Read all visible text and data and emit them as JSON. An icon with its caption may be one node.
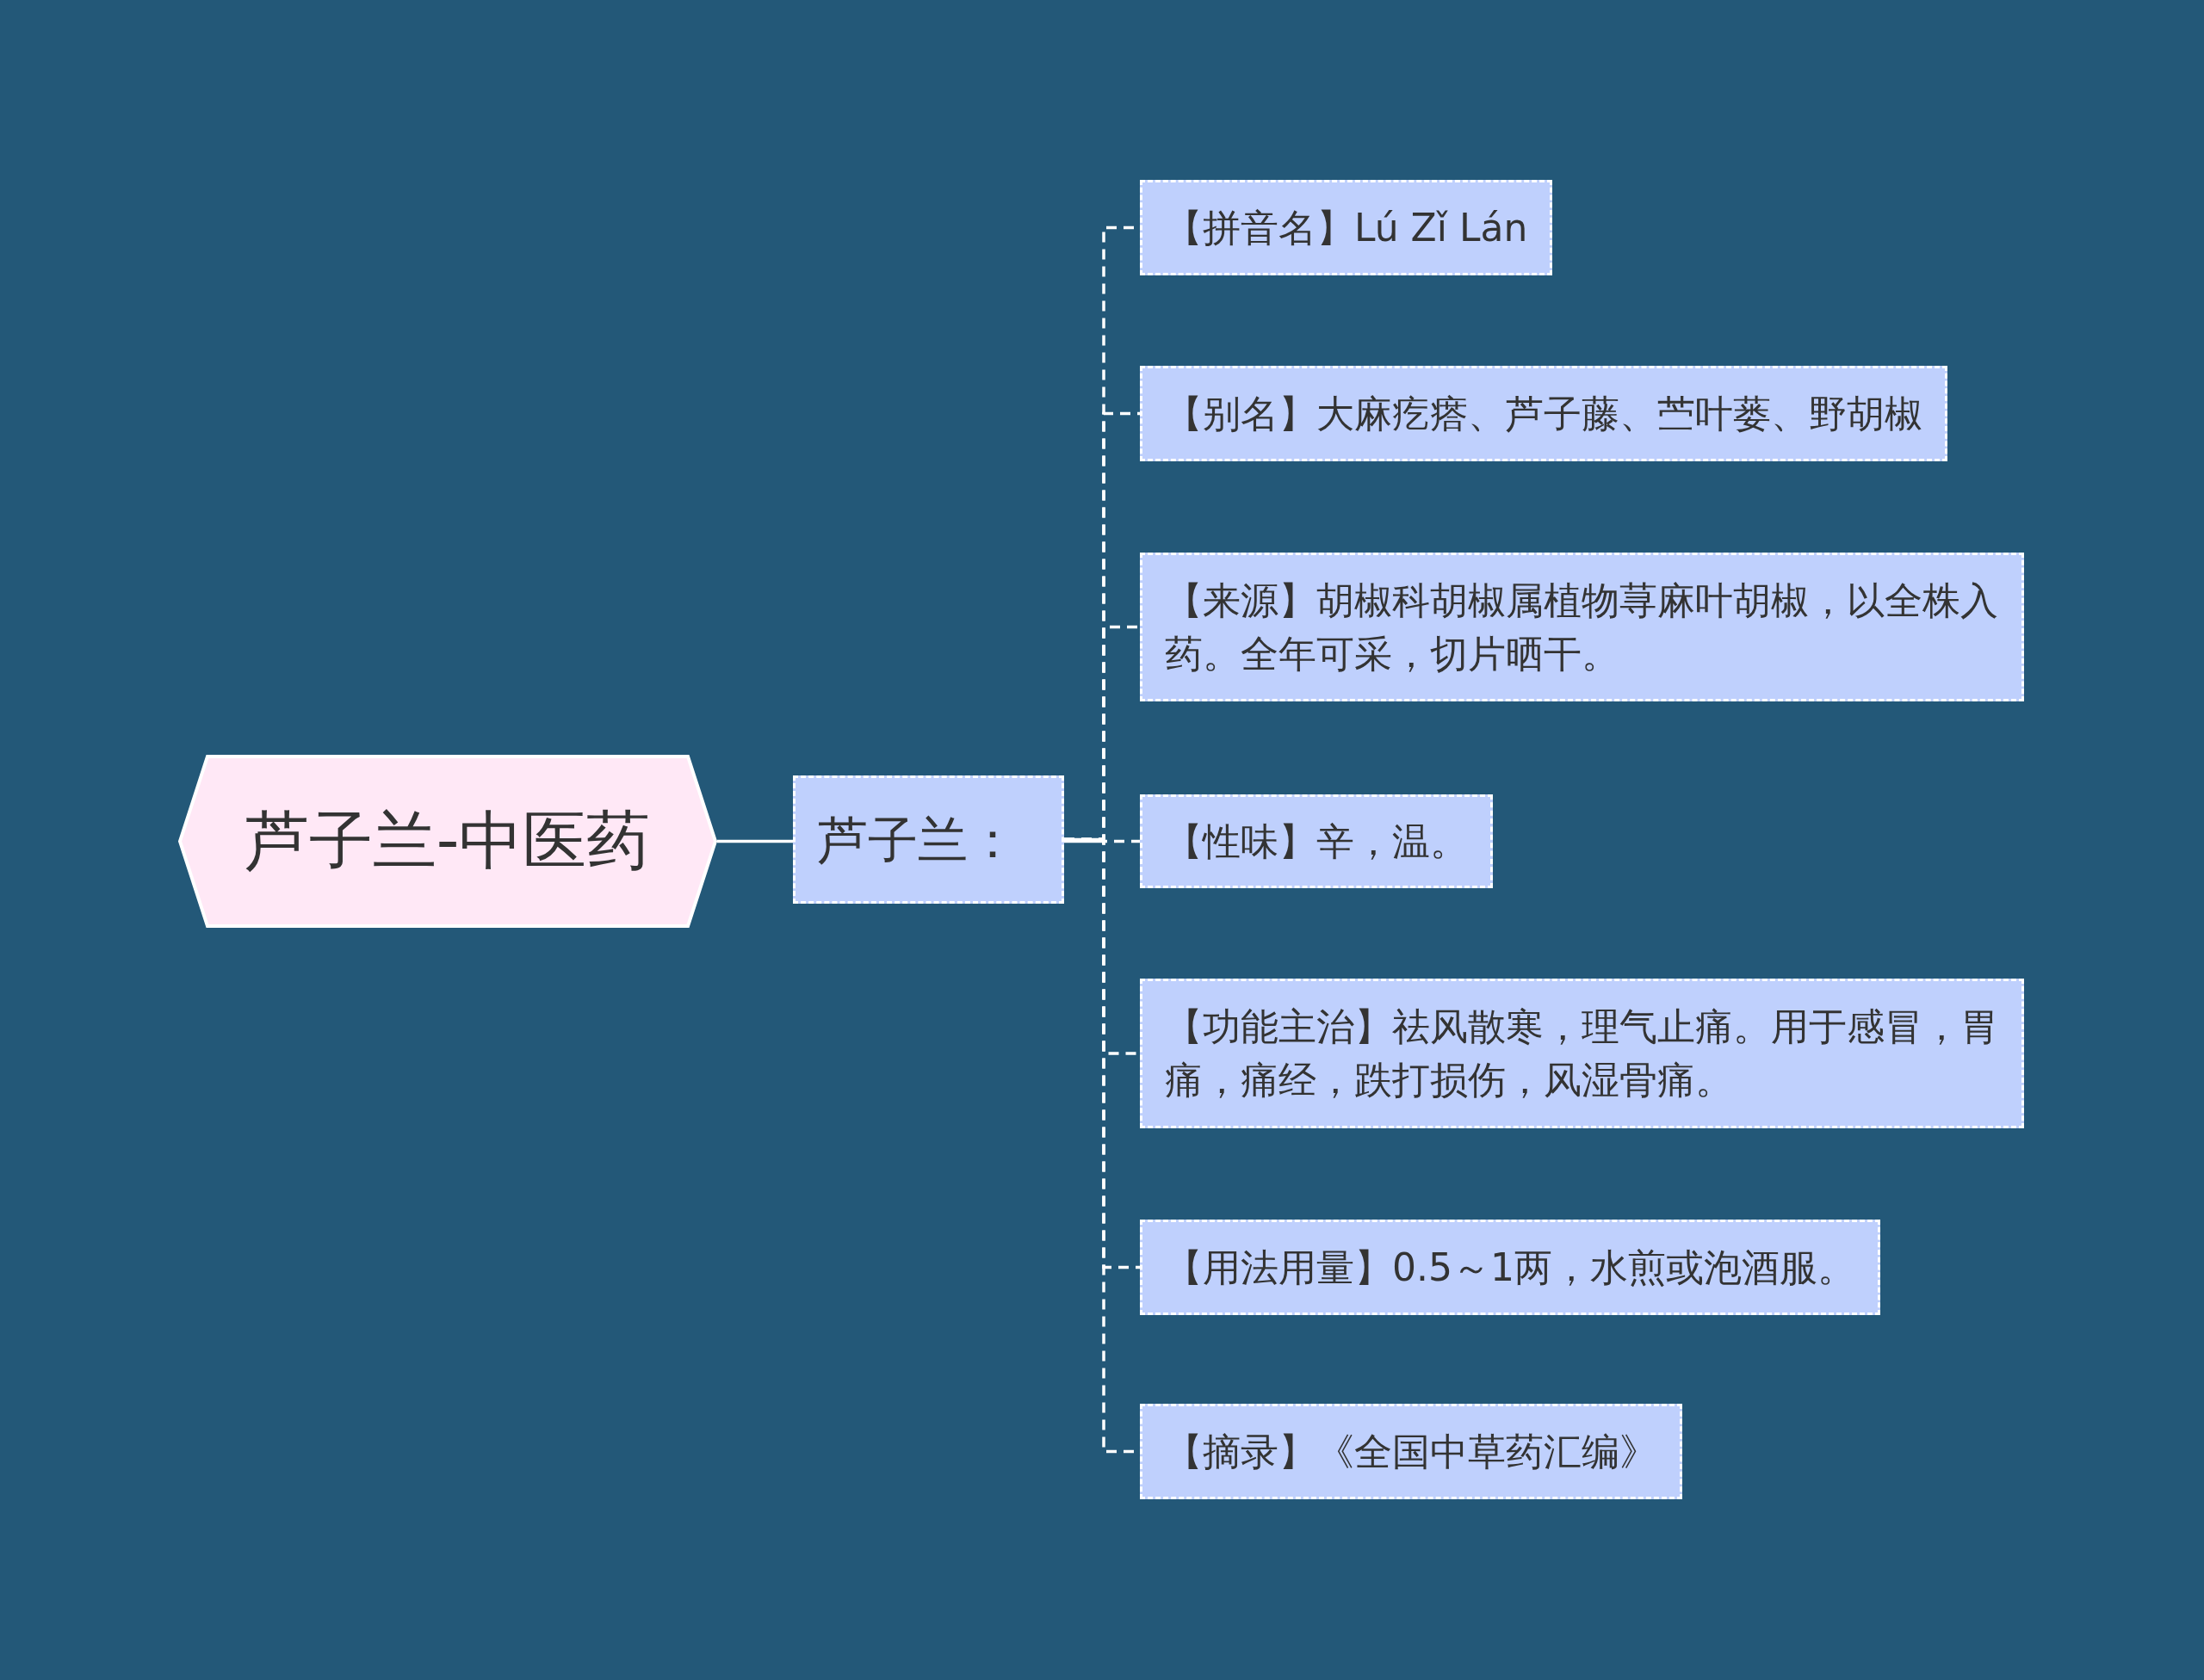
{
  "diagram": {
    "nodes": [
      {
        "text": [
          "芦子兰-中医药"
        ]
      },
      {
        "text": [
          "芦子兰："
        ]
      },
      {
        "text": [
          "【拼音名】Lú Zǐ Lán"
        ]
      },
      {
        "text": [
          "【别名】大麻疙瘩、芦子藤、苎叶蒌、野胡椒"
        ]
      },
      {
        "text": [
          "【来源】胡椒科胡椒属植物荨麻叶胡椒，以全株入药。全年可采，切片晒干。"
        ]
      },
      {
        "text": [
          "【性味】辛，温。"
        ]
      },
      {
        "text": [
          "【功能主治】祛风散寒，理气止痛。用于感冒，胃痛，痛经，跌打损伤，风湿骨痛。"
        ]
      },
      {
        "text": [
          "【用法用量】0.5～1两，水煎或泡酒服。"
        ]
      },
      {
        "text": [
          "【摘录】《全国中草药汇编》"
        ]
      }
    ],
    "edges": [
      {
        "from": 0,
        "to": 1,
        "arrow": "none"
      },
      {
        "from": 1,
        "to": 2,
        "arrow": "none",
        "style": "dashed"
      },
      {
        "from": 1,
        "to": 3,
        "arrow": "none",
        "style": "dashed"
      },
      {
        "from": 1,
        "to": 4,
        "arrow": "none",
        "style": "dashed"
      },
      {
        "from": 1,
        "to": 5,
        "arrow": "none",
        "style": "dashed"
      },
      {
        "from": 1,
        "to": 6,
        "arrow": "none",
        "style": "dashed"
      },
      {
        "from": 1,
        "to": 7,
        "arrow": "none",
        "style": "dashed"
      },
      {
        "from": 1,
        "to": 8,
        "arrow": "none",
        "style": "dashed"
      }
    ]
  }
}
